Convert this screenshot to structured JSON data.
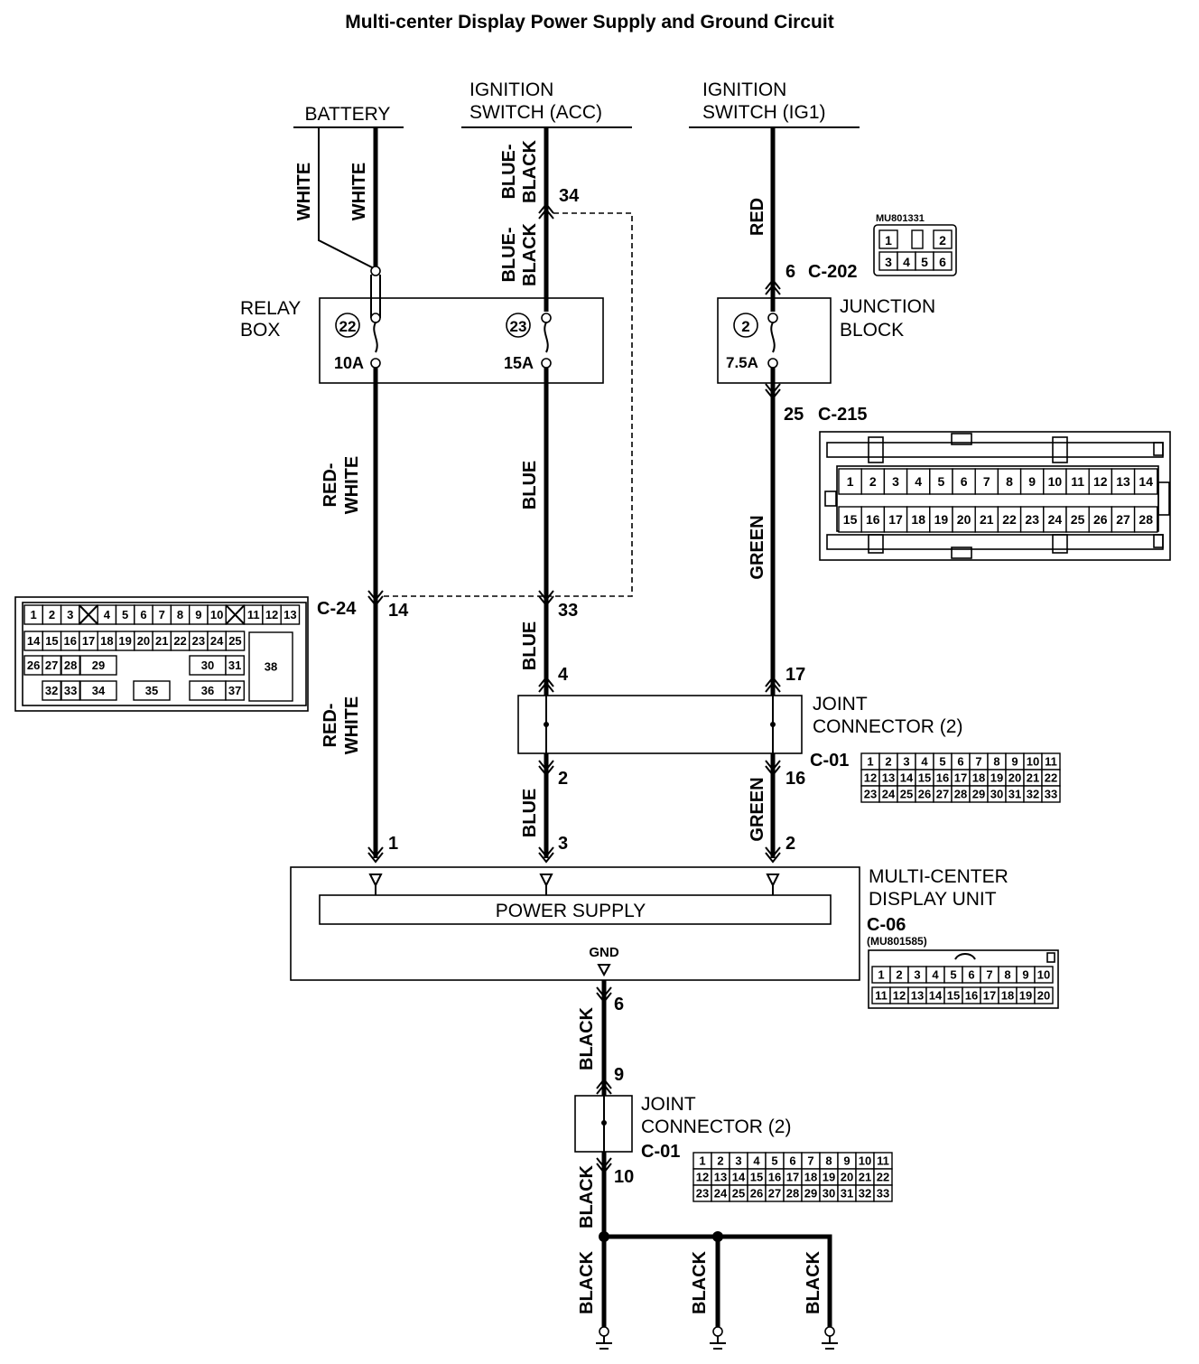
{
  "title": "Multi-center Display Power Supply and Ground Circuit",
  "sources": {
    "battery": "BATTERY",
    "ign_acc_1": "IGNITION",
    "ign_acc_2": "SWITCH (ACC)",
    "ign_ig1_1": "IGNITION",
    "ign_ig1_2": "SWITCH (IG1)"
  },
  "wires": {
    "white": "WHITE",
    "blue_black_1": "BLUE-",
    "blue_black_2": "BLACK",
    "red": "RED",
    "red_white_1": "RED-",
    "red_white_2": "WHITE",
    "blue": "BLUE",
    "green": "GREEN",
    "black": "BLACK"
  },
  "relay_box": {
    "label_1": "RELAY",
    "label_2": "BOX",
    "fuse_a_no": "22",
    "fuse_a_amp": "10A",
    "fuse_b_no": "23",
    "fuse_b_amp": "15A"
  },
  "junction_block": {
    "label_1": "JUNCTION",
    "label_2": "BLOCK",
    "fuse_no": "2",
    "fuse_amp": "7.5A"
  },
  "connectors": {
    "c202": "C-202",
    "c202_pin": "6",
    "c202_part": "MU801331",
    "c202_pins": [
      "1",
      "2",
      "3",
      "4",
      "5",
      "6"
    ],
    "c215": "C-215",
    "c215_pin": "25",
    "c215_row1": [
      "1",
      "2",
      "3",
      "4",
      "5",
      "6",
      "7",
      "8",
      "9",
      "10",
      "11",
      "12",
      "13",
      "14"
    ],
    "c215_row2": [
      "15",
      "16",
      "17",
      "18",
      "19",
      "20",
      "21",
      "22",
      "23",
      "24",
      "25",
      "26",
      "27",
      "28"
    ],
    "c24": "C-24",
    "c24_pin_a": "14",
    "c24_pin_b": "33",
    "c24_pin_top": "34",
    "c24_row1": [
      "1",
      "2",
      "3",
      "4",
      "5",
      "6",
      "7",
      "8",
      "9",
      "10",
      "11",
      "12",
      "13"
    ],
    "c24_row2": [
      "14",
      "15",
      "16",
      "17",
      "18",
      "19",
      "20",
      "21",
      "22",
      "23",
      "24",
      "25"
    ],
    "c24_row3": [
      "26",
      "27",
      "28",
      "29",
      "30",
      "31",
      "38"
    ],
    "c24_row4": [
      "32",
      "33",
      "34",
      "35",
      "36",
      "37"
    ],
    "c01": "C-01",
    "c01_row1": [
      "1",
      "2",
      "3",
      "4",
      "5",
      "6",
      "7",
      "8",
      "9",
      "10",
      "11"
    ],
    "c01_row2": [
      "12",
      "13",
      "14",
      "15",
      "16",
      "17",
      "18",
      "19",
      "20",
      "21",
      "22"
    ],
    "c01_row3": [
      "23",
      "24",
      "25",
      "26",
      "27",
      "28",
      "29",
      "30",
      "31",
      "32",
      "33"
    ],
    "c06": "C-06",
    "c06_part": "(MU801585)",
    "c06_row1": [
      "1",
      "2",
      "3",
      "4",
      "5",
      "6",
      "7",
      "8",
      "9",
      "10"
    ],
    "c06_row2": [
      "11",
      "12",
      "13",
      "14",
      "15",
      "16",
      "17",
      "18",
      "19",
      "20"
    ]
  },
  "joint_connector": {
    "label_1": "JOINT",
    "label_2": "CONNECTOR (2)",
    "pin_in_blue": "4",
    "pin_in_green": "17",
    "pin_out_blue": "2",
    "pin_out_green": "16",
    "gnd_pin_in": "9",
    "gnd_pin_out": "10"
  },
  "unit": {
    "label_1": "MULTI-CENTER",
    "label_2": "DISPLAY UNIT",
    "power_supply": "POWER SUPPLY",
    "gnd": "GND",
    "pin_1": "1",
    "pin_3": "3",
    "pin_2": "2",
    "pin_6": "6"
  }
}
